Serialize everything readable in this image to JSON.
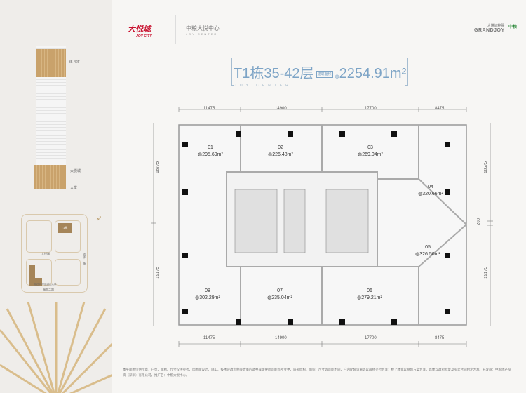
{
  "brand": {
    "logo_main": "大悦城",
    "logo_main_en": "JOY CITY",
    "center_cn": "中粮大悦中心",
    "center_en": "JOY CENTER",
    "right_cn": "大悦城控股",
    "right_en": "GRANDJOY",
    "right_badge": "中粮"
  },
  "header": {
    "title": "T1栋35-42层",
    "area_label": "建筑面积",
    "area_value": "2254.91m²",
    "subtitle": "JOY CENTER"
  },
  "elevation": {
    "floor_tag": "35-42F",
    "podium_tag": "大悦城",
    "lobby_tag": "大堂"
  },
  "site_map": {
    "building_tag": "T1栋",
    "road_1": "大悦城",
    "road_2": "福华一路",
    "road_3": "福金二路",
    "entrance": "福田口岸通道出入口"
  },
  "dims": {
    "top": [
      "11475",
      "14900",
      "17700",
      "8475"
    ],
    "bottom": [
      "11475",
      "14900",
      "17700",
      "8475"
    ],
    "left": [
      "18775",
      "19175"
    ],
    "right": [
      "18575",
      "200",
      "19175"
    ]
  },
  "units": [
    {
      "id": "01",
      "area": "295.69m²"
    },
    {
      "id": "02",
      "area": "226.48m²"
    },
    {
      "id": "03",
      "area": "269.04m²"
    },
    {
      "id": "04",
      "area": "320.66m²"
    },
    {
      "id": "05",
      "area": "326.50m²"
    },
    {
      "id": "06",
      "area": "279.21m²"
    },
    {
      "id": "07",
      "area": "235.04m²"
    },
    {
      "id": "08",
      "area": "302.29m²"
    }
  ],
  "disclaimer": "本平面图仅供示意，户型、面积、尺寸仅供参考，因图面设计、施工、技术及政府相关政策的调整或需要而可能有所变更，局部结构、面积、尺寸等可能不同，户内配套设施等以最终交付为准；楼上楼宽以规划方案为准，具体以政府批复及买卖合同约定为准。开发商：中粮地产投资（深圳）有限公司，推广名：中粮大悦中心。"
}
